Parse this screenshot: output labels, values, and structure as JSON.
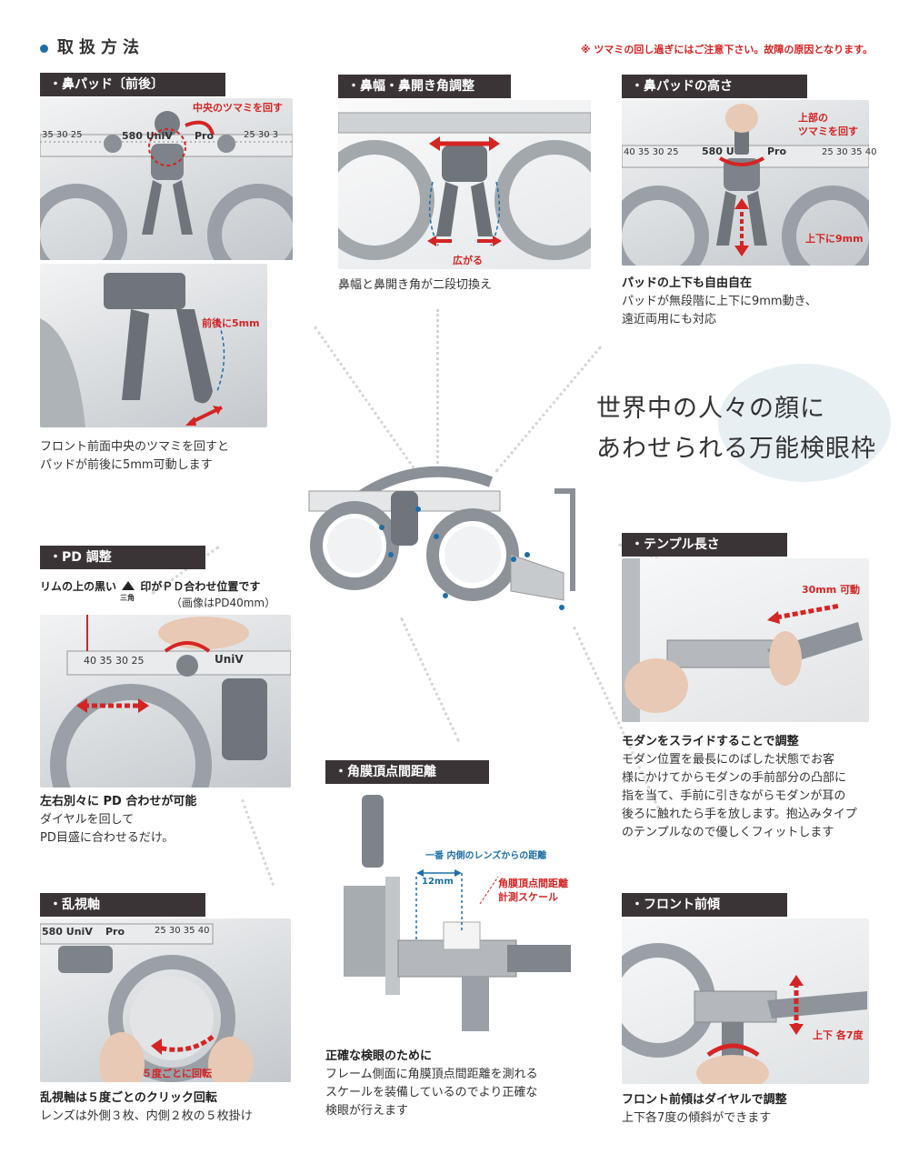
{
  "header": {
    "title": "取扱方法",
    "warning": "※ ツマミの回し過ぎにはご注意下さい。故障の原因となります。"
  },
  "slogan": {
    "line1": "世界中の人々の顔に",
    "line2": "あわせられる万能検眼枠"
  },
  "sections": {
    "nose_pad_front": {
      "title": "・鼻パッド〔前後〕",
      "scale_left": "35 30 25",
      "scale_brand": "580 UniV",
      "scale_pro": "Pro",
      "scale_right": "25 30 3",
      "label_knob": "中央のツマミを回す",
      "label_move": "前後に5mm",
      "caption_line1": "フロント前面中央のツマミを回すと",
      "caption_line2": "パッドが前後に5mm可動します"
    },
    "nose_width": {
      "title": "・鼻幅・鼻開き角調整",
      "label_spread": "広がる",
      "caption": "鼻幅と鼻開き角が二段切換え"
    },
    "nose_height": {
      "title": "・鼻パッドの高さ",
      "scale_left": "40 35 30 25",
      "scale_brand": "580 U",
      "scale_pro": "Pro",
      "scale_right": "25 30 35 40",
      "label_top1": "上部の",
      "label_top2": "ツマミを回す",
      "label_move": "上下に9mm",
      "caption_bold": "パッドの上下も自由自在",
      "caption_line1": "パッドが無段階に上下に9mm動き、",
      "caption_line2": "遠近両用にも対応"
    },
    "pd": {
      "title": "・PD 調整",
      "note_pre": "リムの上の黒い",
      "note_post": "印がＰＤ合わせ位置です",
      "note_mark": "三角",
      "note_sub": "（画像はPD40mm）",
      "scale": "40 35 30 25",
      "scale_brand": "UniV",
      "caption_bold": "左右別々に PD 合わせが可能",
      "caption_line1": "ダイヤルを回して",
      "caption_line2": "PD目盛に合わせるだけ。"
    },
    "temple": {
      "title": "・テンプル長さ",
      "label_move": "30mm 可動",
      "caption_bold": "モダンをスライドすることで調整",
      "caption_lines": [
        "モダン位置を最長にのばした状態でお客",
        "様にかけてからモダンの手前部分の凸部に",
        "指を当て、手前に引きながらモダンが耳の",
        "後ろに触れたら手を放します。抱込みタイプ",
        "のテンプルなので優しくフィットします"
      ]
    },
    "vertex": {
      "title": "・角膜頂点間距離",
      "label_inner": "一番 内側のレンズからの距離",
      "label_dist": "12mm",
      "label_scale1": "角膜頂点間距離",
      "label_scale2": "計測スケール",
      "caption_bold": "正確な検眼のために",
      "caption_lines": [
        "フレーム側面に角膜頂点間距離を測れる",
        "スケールを装備しているのでより正確な",
        "検眼が行えます"
      ]
    },
    "axis": {
      "title": "・乱視軸",
      "scale_brand": "580 UniV",
      "scale_pro": "Pro",
      "scale_right": "25 30 35 40",
      "label_rot": "５度ごとに回転",
      "caption_bold": "乱視軸は５度ごとのクリック回転",
      "caption_line1": "レンズは外側３枚、内側２枚の５枚掛け"
    },
    "tilt": {
      "title": "・フロント前傾",
      "label_tilt": "上下 各7度",
      "caption_bold": "フロント前傾はダイヤルで調整",
      "caption_line1": "上下各7度の傾斜ができます"
    }
  },
  "colors": {
    "accent_red": "#d42424",
    "accent_blue": "#1d6fa8",
    "bar_bg": "#3a3436"
  }
}
